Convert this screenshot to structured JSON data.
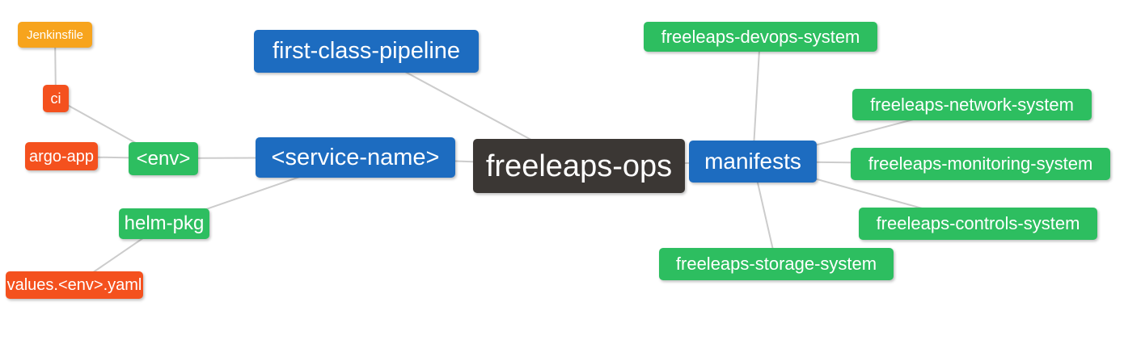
{
  "palette": {
    "blue": "#1d6cc0",
    "green": "#2dbe60",
    "red": "#f4511e",
    "orange": "#f7a41d",
    "dark": "#3b3734",
    "edge_line": "#cccccc",
    "node_text": "#ffffff",
    "background": "#ffffff"
  },
  "diagram": {
    "nodes": {
      "jenkinsfile": {
        "label": "Jenkinsfile",
        "color": "#f7a41d"
      },
      "ci": {
        "label": "ci",
        "color": "#f4511e"
      },
      "argo_app": {
        "label": "argo-app",
        "color": "#f4511e"
      },
      "env": {
        "label": "<env>",
        "color": "#2dbe60"
      },
      "helm_pkg": {
        "label": "helm-pkg",
        "color": "#2dbe60"
      },
      "values_env_yaml": {
        "label": "values.<env>.yaml",
        "color": "#f4511e"
      },
      "first_class_pipeline": {
        "label": "first-class-pipeline",
        "color": "#1d6cc0"
      },
      "service_name": {
        "label": "<service-name>",
        "color": "#1d6cc0"
      },
      "freeleaps_ops": {
        "label": "freeleaps-ops",
        "color": "#3b3734"
      },
      "manifests": {
        "label": "manifests",
        "color": "#1d6cc0"
      },
      "devops_system": {
        "label": "freeleaps-devops-system",
        "color": "#2dbe60"
      },
      "network_system": {
        "label": "freeleaps-network-system",
        "color": "#2dbe60"
      },
      "monitoring_system": {
        "label": "freeleaps-monitoring-system",
        "color": "#2dbe60"
      },
      "controls_system": {
        "label": "freeleaps-controls-system",
        "color": "#2dbe60"
      },
      "storage_system": {
        "label": "freeleaps-storage-system",
        "color": "#2dbe60"
      }
    },
    "edges": [
      {
        "from": "jenkinsfile",
        "to": "ci"
      },
      {
        "from": "ci",
        "to": "env"
      },
      {
        "from": "argo_app",
        "to": "env"
      },
      {
        "from": "env",
        "to": "service_name"
      },
      {
        "from": "helm_pkg",
        "to": "service_name"
      },
      {
        "from": "values_env_yaml",
        "to": "helm_pkg"
      },
      {
        "from": "first_class_pipeline",
        "to": "freeleaps_ops"
      },
      {
        "from": "service_name",
        "to": "freeleaps_ops"
      },
      {
        "from": "freeleaps_ops",
        "to": "manifests"
      },
      {
        "from": "manifests",
        "to": "devops_system"
      },
      {
        "from": "manifests",
        "to": "network_system"
      },
      {
        "from": "manifests",
        "to": "monitoring_system"
      },
      {
        "from": "manifests",
        "to": "controls_system"
      },
      {
        "from": "manifests",
        "to": "storage_system"
      }
    ]
  }
}
